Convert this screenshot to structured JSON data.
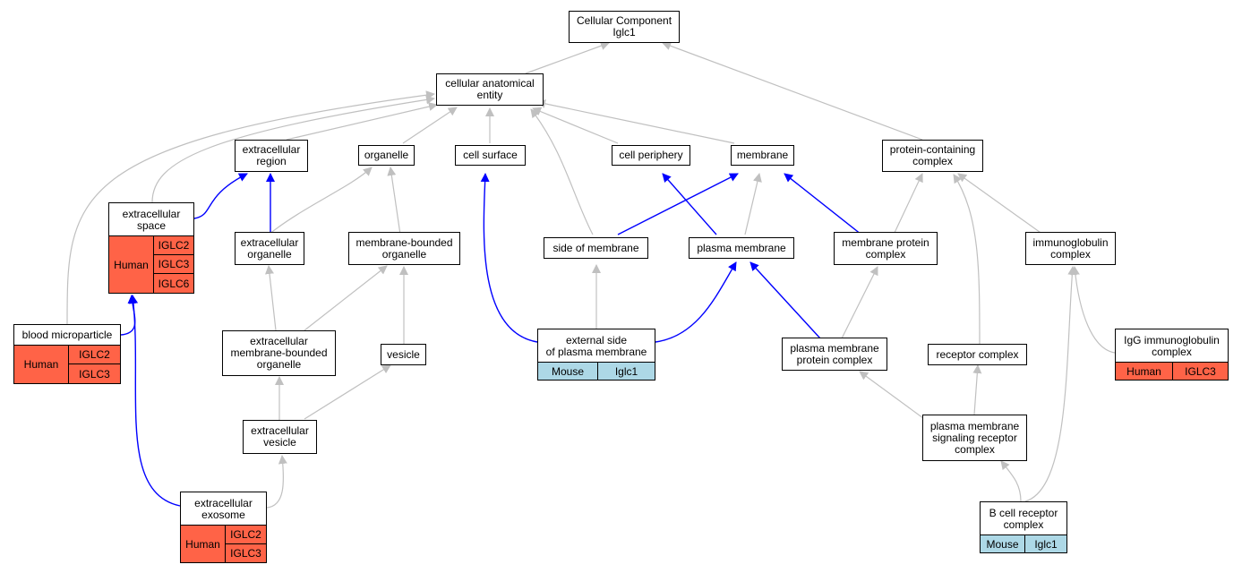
{
  "colors": {
    "human": "#ff6347",
    "mouse": "#add8e6",
    "edge_gray": "#c0c0c0",
    "edge_blue": "#0000ff"
  },
  "nodes": {
    "root": "Cellular Component\nIglc1",
    "cae": "cellular anatomical\nentity",
    "extracellular_region": "extracellular\nregion",
    "organelle": "organelle",
    "cell_surface": "cell surface",
    "cell_periphery": "cell periphery",
    "membrane": "membrane",
    "protein_containing_complex": "protein-containing\ncomplex",
    "extracellular_space": "extracellular\nspace",
    "extracellular_organelle": "extracellular\norganelle",
    "membrane_bounded_organelle": "membrane-bounded\norganelle",
    "side_of_membrane": "side of membrane",
    "plasma_membrane": "plasma membrane",
    "membrane_protein_complex": "membrane protein\ncomplex",
    "immunoglobulin_complex": "immunoglobulin\ncomplex",
    "blood_microparticle": "blood microparticle",
    "extracellular_membrane_bounded_organelle": "extracellular\nmembrane-bounded\norganelle",
    "vesicle": "vesicle",
    "external_side": "external side\nof plasma membrane",
    "plasma_membrane_protein_complex": "plasma membrane\nprotein complex",
    "receptor_complex": "receptor complex",
    "igg_immunoglobulin_complex": "IgG immunoglobulin\ncomplex",
    "extracellular_vesicle": "extracellular\nvesicle",
    "pm_signaling_receptor_complex": "plasma membrane\nsignaling receptor\ncomplex",
    "extracellular_exosome": "extracellular\nexosome",
    "b_cell_receptor_complex": "B cell receptor\ncomplex"
  },
  "annotations": {
    "extracellular_space": {
      "species": "Human",
      "genes": [
        "IGLC2",
        "IGLC3",
        "IGLC6"
      ]
    },
    "blood_microparticle": {
      "species": "Human",
      "genes": [
        "IGLC2",
        "IGLC3"
      ]
    },
    "extracellular_exosome": {
      "species": "Human",
      "genes": [
        "IGLC2",
        "IGLC3"
      ]
    },
    "external_side": {
      "species": "Mouse",
      "genes": [
        "Iglc1"
      ]
    },
    "igg_immunoglobulin_complex": {
      "species": "Human",
      "genes": [
        "IGLC3"
      ]
    },
    "b_cell_receptor_complex": {
      "species": "Mouse",
      "genes": [
        "Iglc1"
      ]
    }
  }
}
